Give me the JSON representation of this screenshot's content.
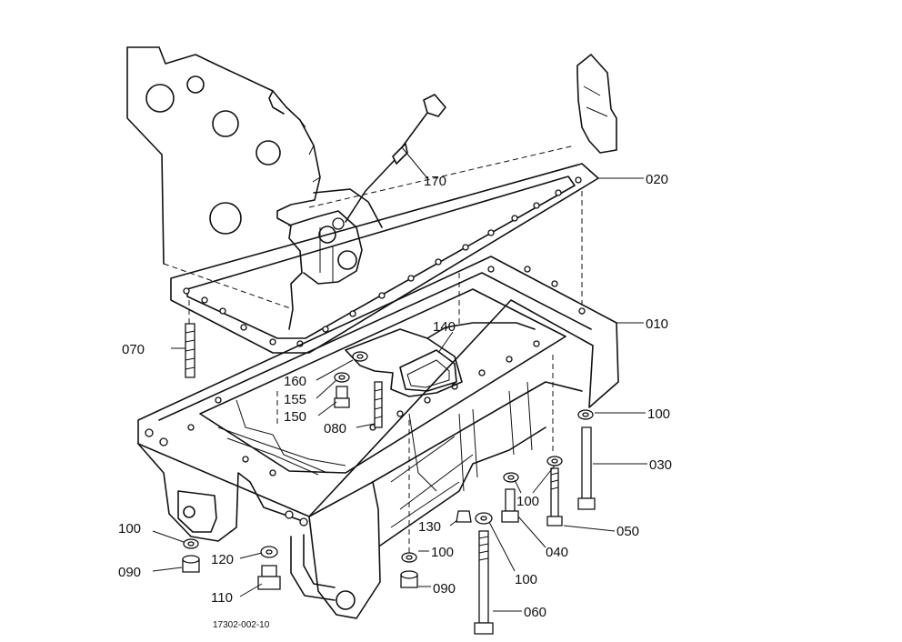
{
  "drawing_code": "17302-002-10",
  "callouts": [
    {
      "id": "010",
      "text": "010"
    },
    {
      "id": "020",
      "text": "020"
    },
    {
      "id": "030",
      "text": "030"
    },
    {
      "id": "040",
      "text": "040"
    },
    {
      "id": "050",
      "text": "050"
    },
    {
      "id": "060",
      "text": "060"
    },
    {
      "id": "070",
      "text": "070"
    },
    {
      "id": "080",
      "text": "080"
    },
    {
      "id": "090a",
      "text": "090"
    },
    {
      "id": "090b",
      "text": "090"
    },
    {
      "id": "100a",
      "text": "100"
    },
    {
      "id": "100b",
      "text": "100"
    },
    {
      "id": "100c",
      "text": "100"
    },
    {
      "id": "100d",
      "text": "100"
    },
    {
      "id": "100e",
      "text": "100"
    },
    {
      "id": "110",
      "text": "110"
    },
    {
      "id": "120",
      "text": "120"
    },
    {
      "id": "130",
      "text": "130"
    },
    {
      "id": "140",
      "text": "140"
    },
    {
      "id": "150",
      "text": "150"
    },
    {
      "id": "155",
      "text": "155"
    },
    {
      "id": "160",
      "text": "160"
    },
    {
      "id": "170",
      "text": "170"
    }
  ]
}
